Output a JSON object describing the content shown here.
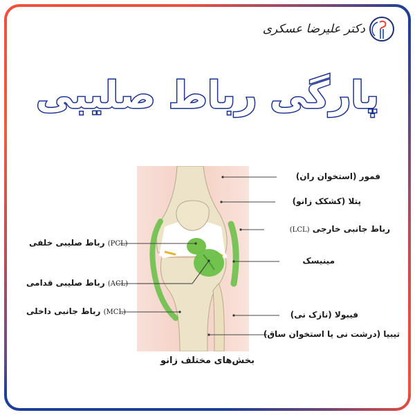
{
  "brand": {
    "name": "دکتر علیرضا عسکری",
    "emblem_icon": "knee-joint-logo-icon",
    "colors": {
      "navy": "#1d3f98",
      "red": "#f2503b"
    }
  },
  "title": "پارگی رباط صلیبی",
  "diagram": {
    "caption": "بخش‌های مختلف زانو",
    "colors": {
      "skin": "#f7d9cf",
      "bone": "#ede3c8",
      "ligament": "#6cc04a",
      "meniscus_white": "#ffffff",
      "cartilage_yellow": "#e5b53a"
    },
    "labels_right": [
      {
        "text": "فمور (استخوان ران)",
        "abbr": ""
      },
      {
        "text": "پتلا (کشکک زانو)",
        "abbr": ""
      },
      {
        "text": "رباط جانبی خارجی",
        "abbr": "(LCL)"
      },
      {
        "text": "مینیسک",
        "abbr": ""
      },
      {
        "text": "فیبولا (نازک نی)",
        "abbr": ""
      },
      {
        "text": "تیبیا (درشت نی یا استخوان ساق)",
        "abbr": ""
      }
    ],
    "labels_left": [
      {
        "text": "رباط صلیبی خلفی",
        "abbr": "(PCL)"
      },
      {
        "text": "رباط صلیبی قدامی",
        "abbr": "(ACL)"
      },
      {
        "text": "رباط جانبی داخلی",
        "abbr": "(MCL)"
      }
    ]
  }
}
